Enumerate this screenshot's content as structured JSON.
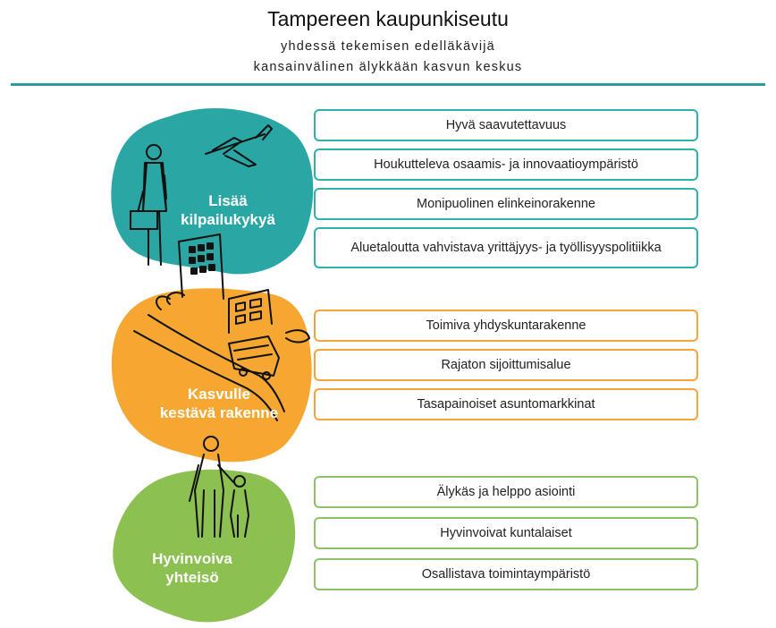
{
  "header": {
    "title": "Tampereen kaupunkiseutu",
    "subtitle_line1": "yhdessä tekemisen edelläkävijä",
    "subtitle_line2": "kansainvälinen älykkään kasvun keskus"
  },
  "colors": {
    "teal": "#2aa7a5",
    "orange": "#f5a731",
    "green": "#8cc051",
    "rule": "#2a9c9b"
  },
  "sections": [
    {
      "label_line1": "Lisää",
      "label_line2": "kilpailukykyä",
      "items": [
        "Hyvä saavutettavuus",
        "Houkutteleva osaamis- ja innovaatioympäristö",
        "Monipuolinen elinkeinorakenne",
        "Aluetaloutta vahvistava yrittäjyys- ja työllisyyspolitiikka"
      ]
    },
    {
      "label_line1": "Kasvulle",
      "label_line2": "kestävä rakenne",
      "items": [
        "Toimiva yhdyskuntarakenne",
        "Rajaton sijoittumisalue",
        "Tasapainoiset asuntomarkkinat"
      ]
    },
    {
      "label_line1": "Hyvinvoiva",
      "label_line2": "yhteisö",
      "items": [
        "Älykäs ja helppo asiointi",
        "Hyvinvoivat kuntalaiset",
        "Osallistava toimintaympäristö"
      ]
    }
  ]
}
